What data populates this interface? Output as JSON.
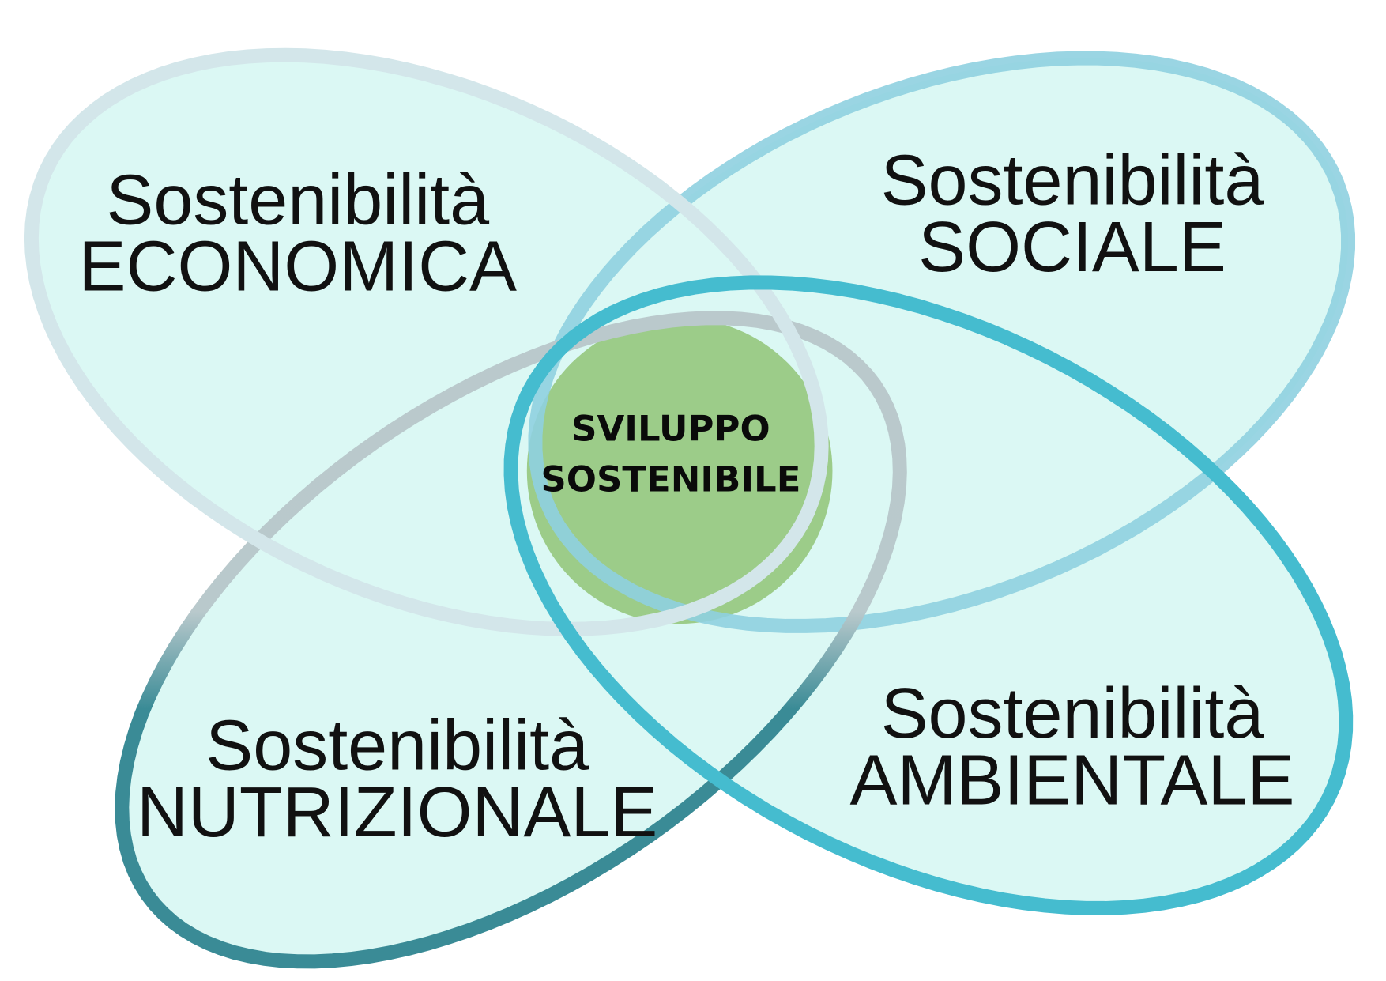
{
  "diagram": {
    "center": {
      "line1": "SVILUPPO",
      "line2": "SOSTENIBILE",
      "color": "#9ccc89"
    },
    "circles": [
      {
        "id": "economica",
        "line1": "Sostenibilità",
        "line2": "ECONOMICA",
        "stroke": "#d3e6ea"
      },
      {
        "id": "sociale",
        "line1": "Sostenibilità",
        "line2": "SOCIALE",
        "stroke": "#8fd0e0"
      },
      {
        "id": "nutrizionale",
        "line1": "Sostenibilità",
        "line2": "NUTRIZIONALE",
        "stroke": "#3a8b96"
      },
      {
        "id": "ambientale",
        "line1": "Sostenibilità",
        "line2": "AMBIENTALE",
        "stroke": "#45bccf"
      }
    ],
    "fill": "#dbf8f4"
  }
}
